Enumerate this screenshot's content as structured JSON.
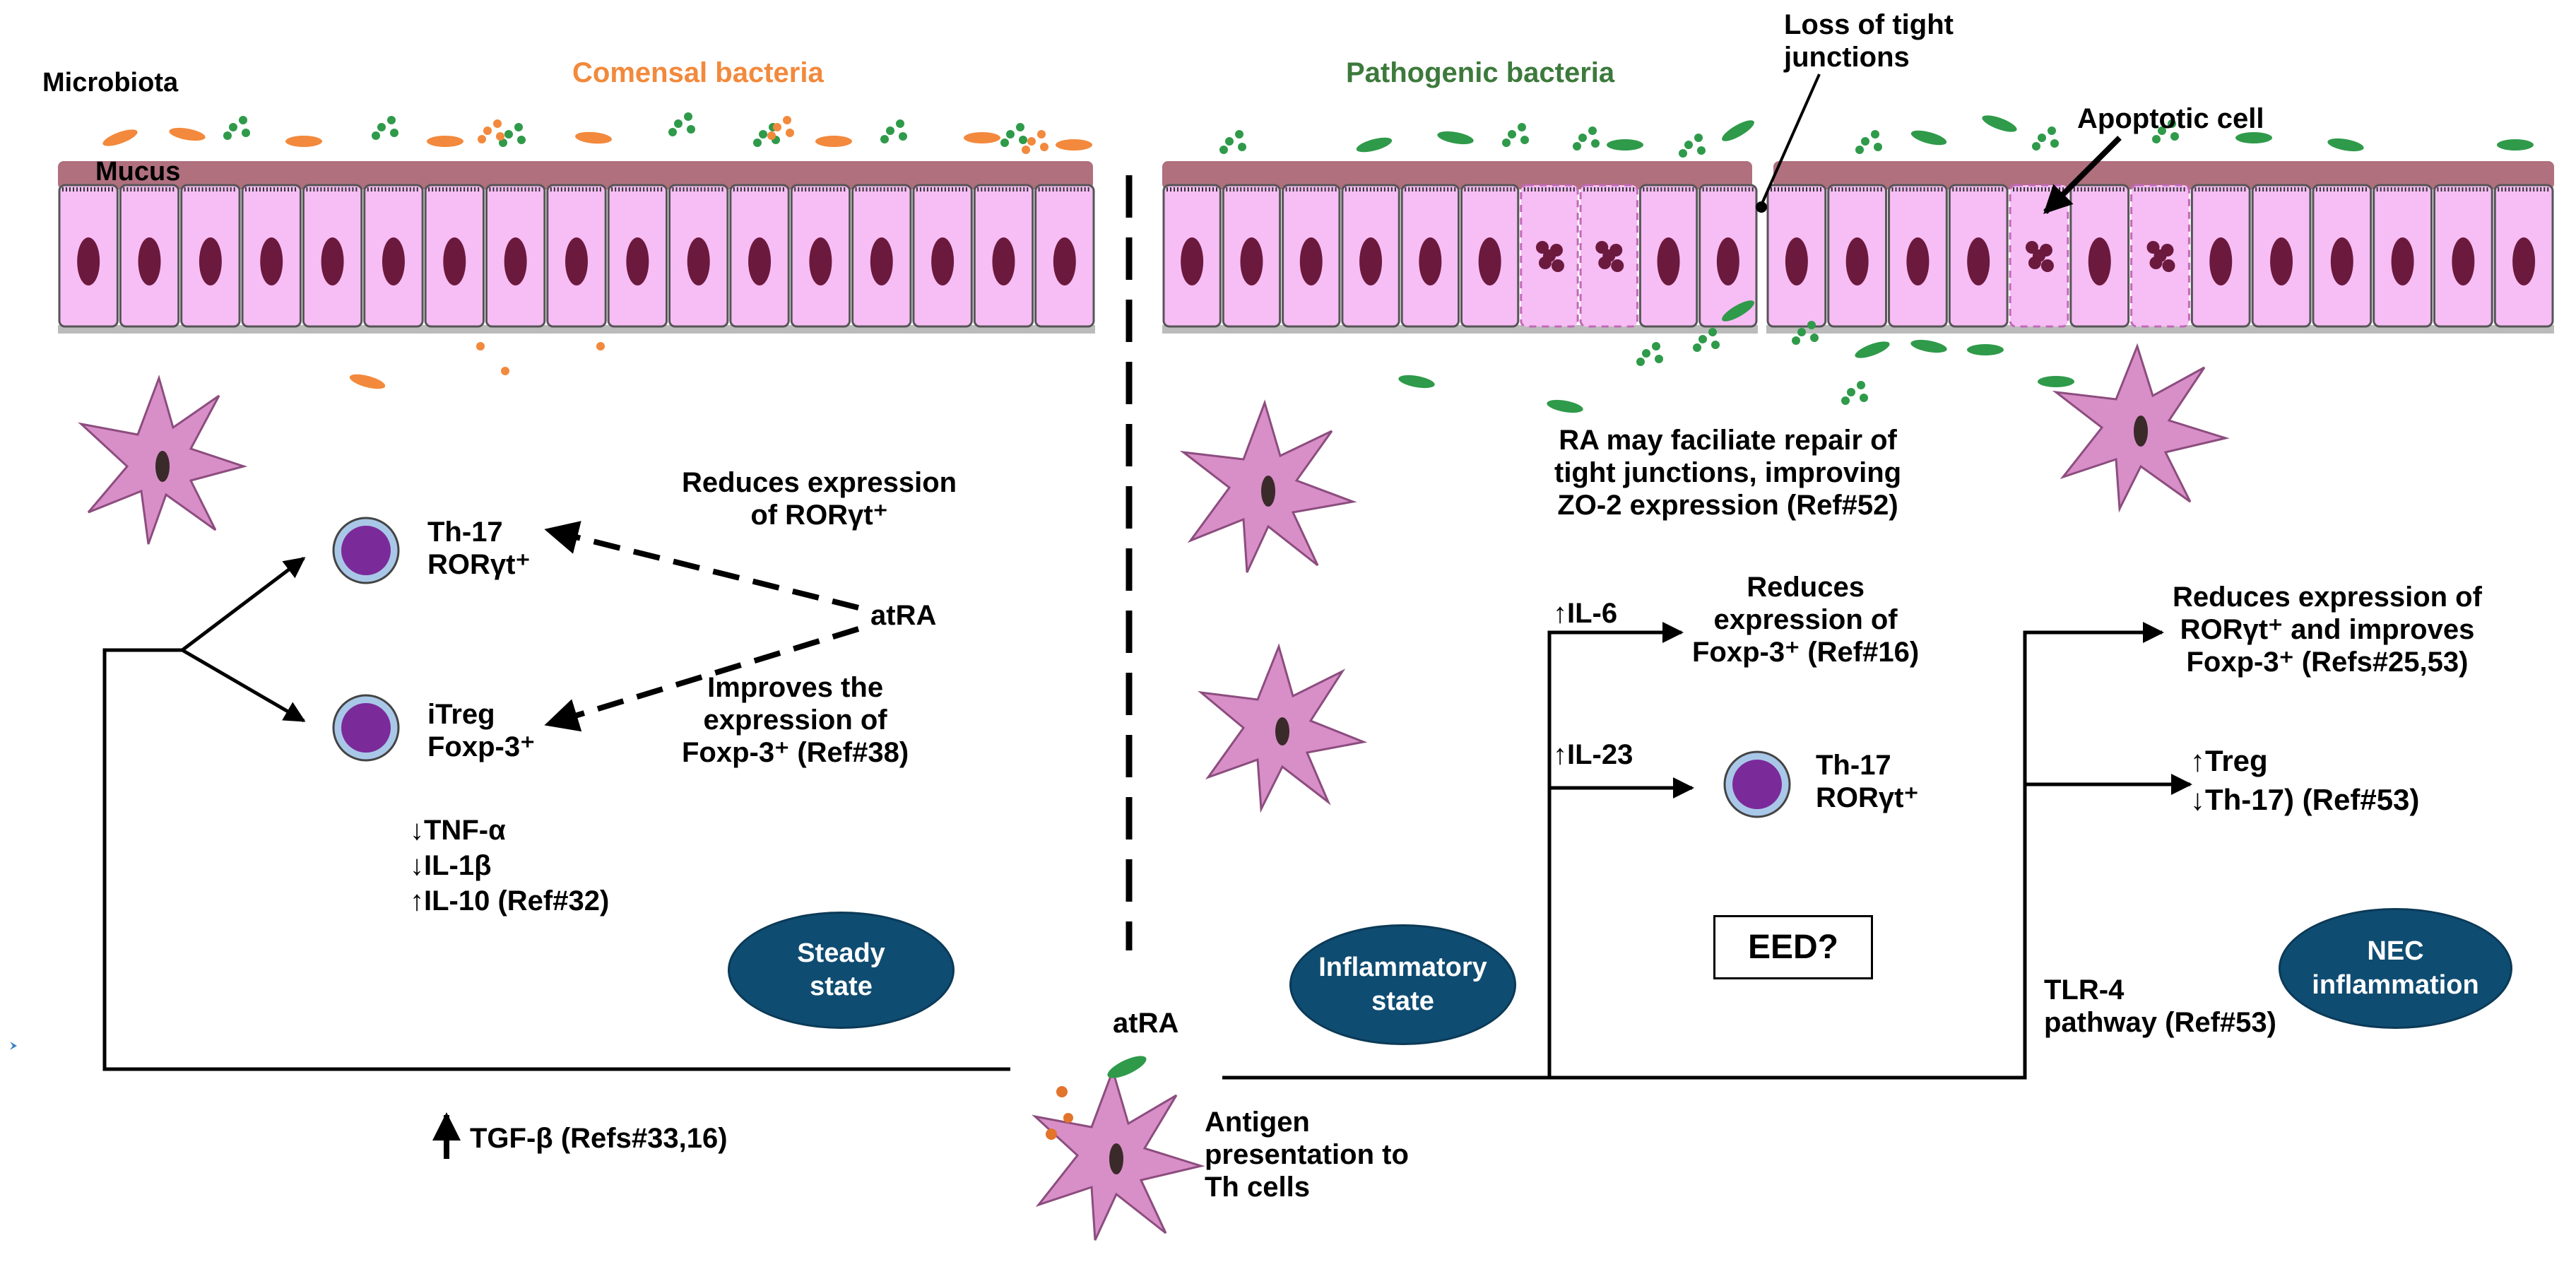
{
  "headers": {
    "microbiota": "Microbiota",
    "commensal": "Comensal bacteria",
    "pathogenic": "Pathogenic bacteria",
    "mucus": "Mucus",
    "loss_tj": "Loss of tight\njunctions",
    "apoptotic": "Apoptotic cell"
  },
  "left": {
    "th17": "Th-17\nRORγt⁺",
    "itreg": "iTreg\nFoxp-3⁺",
    "reduces": "Reduces expression\nof RORγt⁺",
    "atra": "atRA",
    "improves": "Improves the\nexpression of\nFoxp-3⁺   (Ref#38)",
    "cytokines": "↓TNF-α\n↓IL-1β\n↑IL-10 (Ref#32)",
    "steady": "Steady\nstate",
    "tgf": "TGF-β (Refs#33,16)"
  },
  "center": {
    "atra": "atRA",
    "antigen": "Antigen\npresentation to\nTh cells"
  },
  "right": {
    "ra_repair": "RA may faciliate  repair of\ntight junctions, improving\nZO-2 expression (Ref#52)",
    "il6": "↑IL-6",
    "il23": "↑IL-23",
    "foxp_reduce": "Reduces\nexpression of\nFoxp-3⁺ (Ref#16)",
    "th17": "Th-17\nRORγt⁺",
    "eed": "EED?",
    "inflammatory": "Inflammatory\nstate",
    "nec_reduce": "Reduces expression of\nRORγt⁺ and improves\nFoxp-3⁺ (Refs#25,53)",
    "treg_th17": "↑Treg\n↓Th-17) (Ref#53)",
    "nec": "NEC\ninflammation",
    "tlr4": "TLR-4\npathway (Ref#53)"
  },
  "colors": {
    "commensal": "#f2893c",
    "pathogenic": "#3c7a3c",
    "epithelium": "#f7bdf5",
    "nucleus": "#6b1a3d",
    "mucus": "#b0707e",
    "oval": "#0f4c71",
    "dendritic": "#d88fc8"
  }
}
